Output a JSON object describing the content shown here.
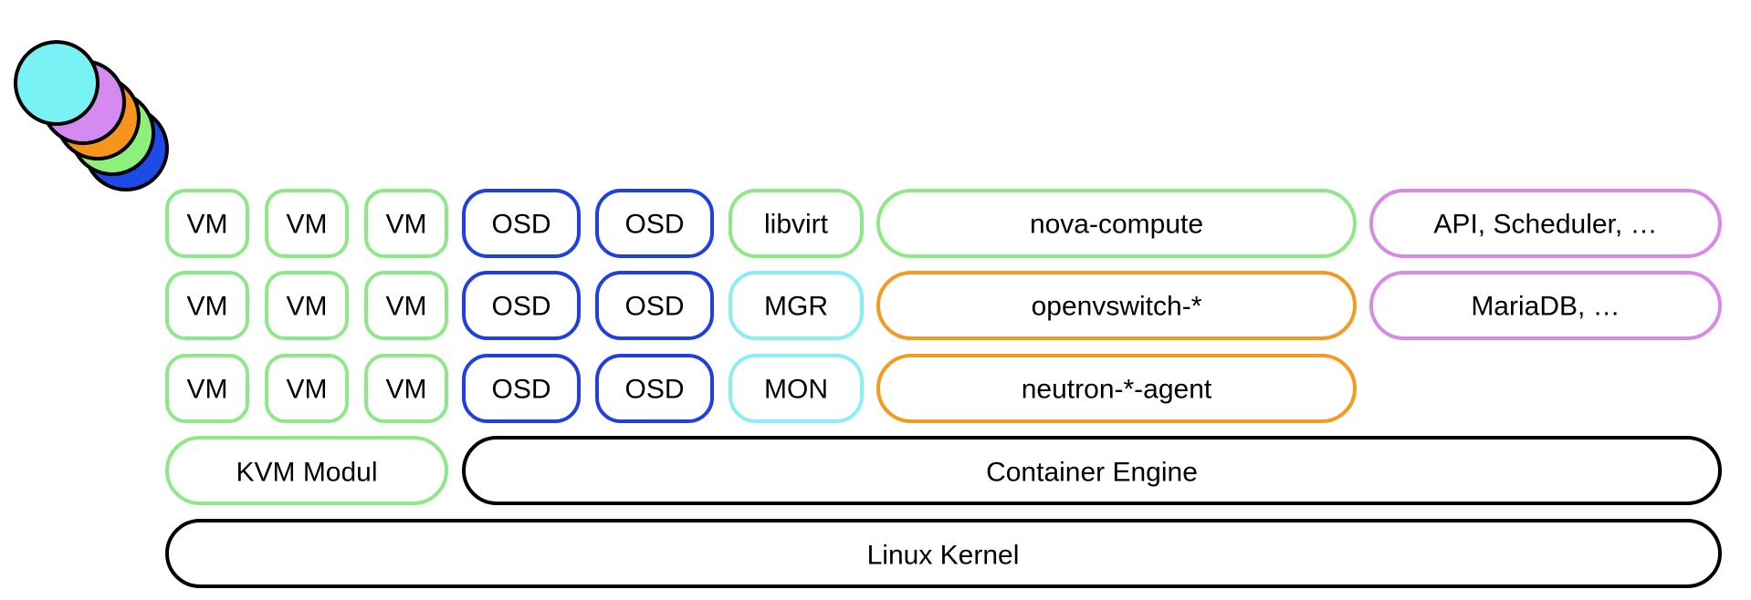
{
  "colors": {
    "vm": "#8ee88a",
    "osd": "#1f3fe0",
    "service_cyan": "#8aeef4",
    "openstack_green": "#8ee88a",
    "network_orange": "#f49a20",
    "control_violet": "#d88ae8",
    "base": "#000000",
    "stack_fill_cyan": "#78f2f4",
    "stack_fill_violet": "#d48af0",
    "stack_fill_orange": "#f7941d",
    "stack_fill_green": "#8ef07c",
    "stack_fill_blue": "#1e4ae8"
  },
  "vm_grid": {
    "label": "VM"
  },
  "osd_grid": {
    "label": "OSD"
  },
  "ceph_services": {
    "libvirt": "libvirt",
    "mgr": "MGR",
    "mon": "MON"
  },
  "openstack_services": {
    "nova_compute": "nova-compute",
    "openvswitch": "openvswitch-*",
    "neutron_agent": "neutron-*-agent"
  },
  "control_services": {
    "api": "API, Scheduler, …",
    "db": "MariaDB, …"
  },
  "base_layers": {
    "kvm": "KVM Modul",
    "container_engine": "Container Engine",
    "linux_kernel": "Linux Kernel"
  }
}
